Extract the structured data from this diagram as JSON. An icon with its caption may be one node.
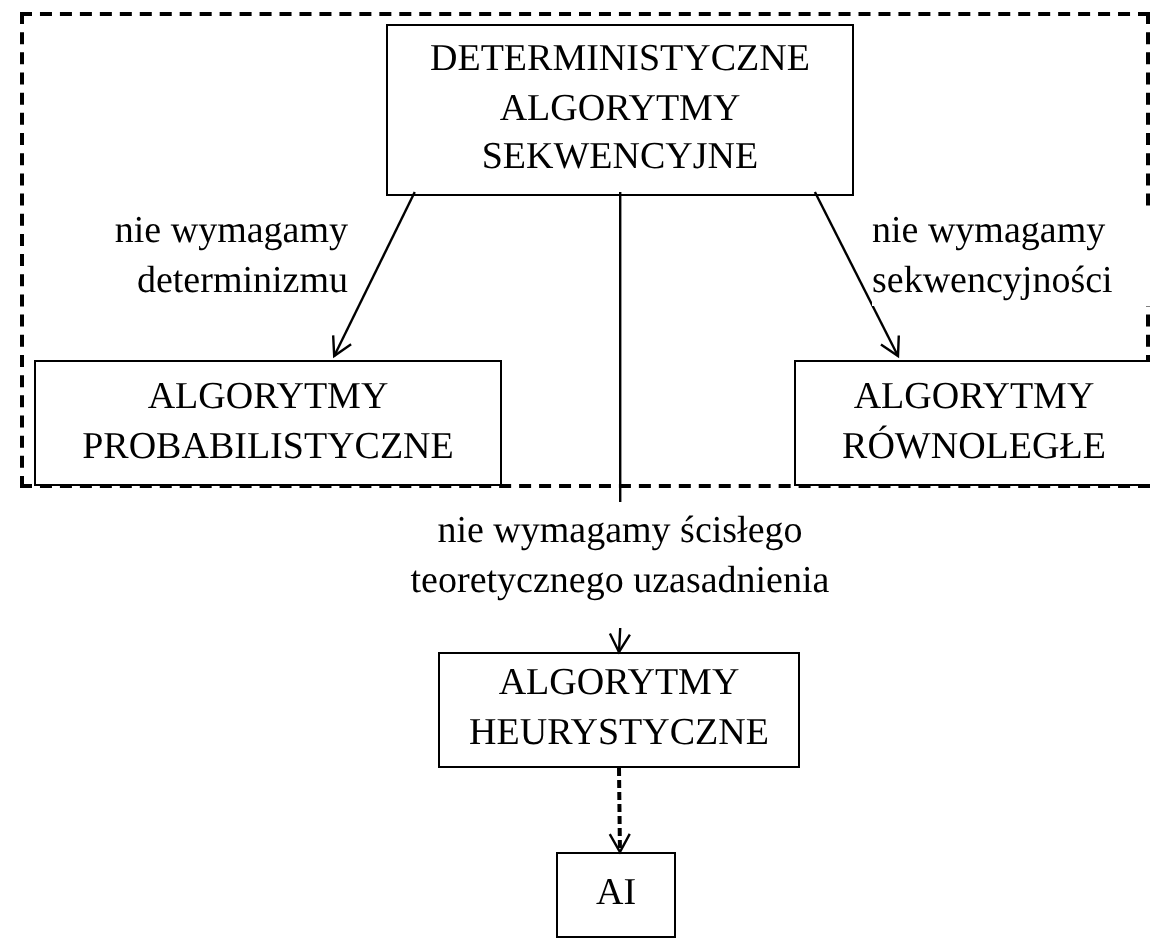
{
  "diagram": {
    "nodes": [
      {
        "text": [],
        "shape": "box"
      },
      {
        "text": [
          "DETERMINISTYCZNE ALGORYTMY SEKWENCYJNE"
        ],
        "in": 0
      },
      {
        "text": [
          "ALGORYTMY PROBABILISTYCZNE"
        ],
        "in": 0
      },
      {
        "text": [
          "ALGORYTMY RÓWNOLEGŁE"
        ],
        "in": 0
      },
      {
        "text": [
          "ALGORYTMY HEURYSTYCZNE"
        ]
      },
      {
        "text": [
          "AI"
        ]
      }
    ],
    "edges": [
      {
        "from": 1,
        "to": 2,
        "arrow": "to",
        "label": "nie wymagamy determinizmu"
      },
      {
        "from": 1,
        "to": 3,
        "arrow": "to",
        "label": "nie wymagamy sekwencyjności"
      },
      {
        "from": 1,
        "to": 4,
        "arrow": "to",
        "label": "nie wymagamy ścisłego teoretycznego uzasadnienia"
      },
      {
        "from": 4,
        "to": 5,
        "arrow": "to",
        "style": "dashed"
      }
    ]
  }
}
